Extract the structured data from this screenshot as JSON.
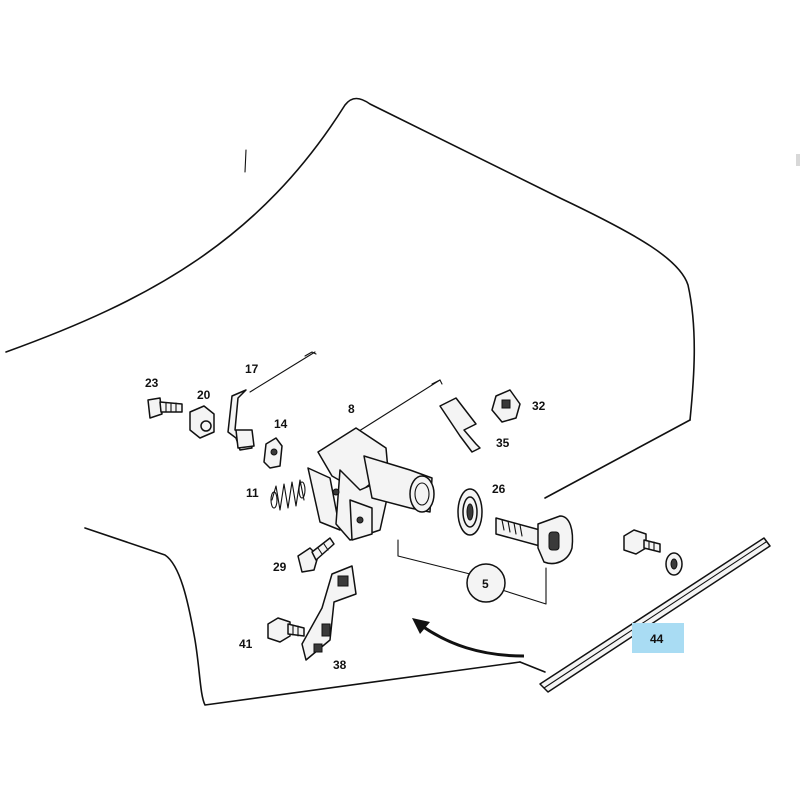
{
  "highlight_color": "#a9dcf3",
  "callouts": {
    "p23": "23",
    "p20": "20",
    "p17": "17",
    "p14": "14",
    "p8": "8",
    "p32": "32",
    "p35": "35",
    "p26": "26",
    "p11": "11",
    "p29": "29",
    "p41": "41",
    "p38": "38",
    "p5": "5",
    "p44": "44"
  },
  "selected_part": "44"
}
